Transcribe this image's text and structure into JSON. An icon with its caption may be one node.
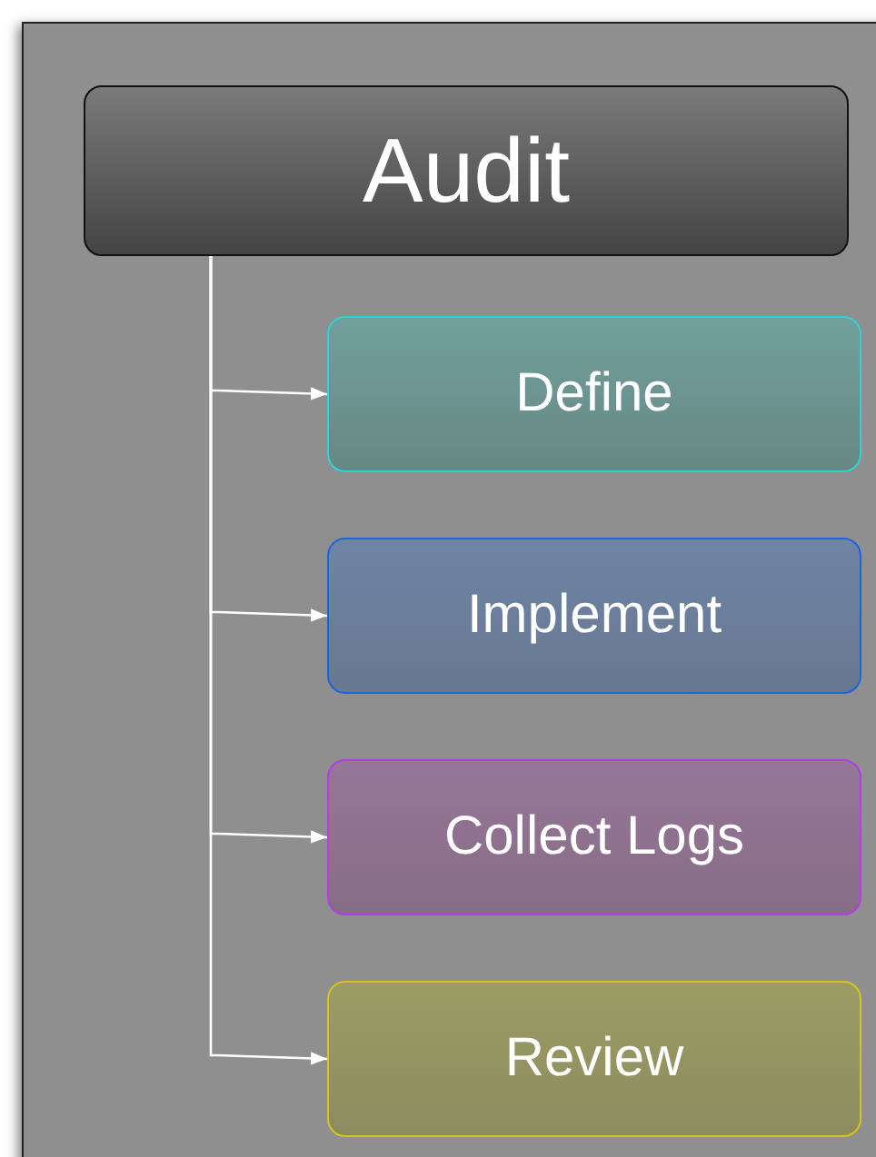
{
  "diagram": {
    "nodes": [
      {
        "text": [
          "Audit"
        ]
      },
      {
        "text": [
          "Define"
        ]
      },
      {
        "text": [
          "Implement"
        ]
      },
      {
        "text": [
          "Collect Logs"
        ]
      },
      {
        "text": [
          "Review"
        ]
      }
    ],
    "edges": [
      {
        "from": 0,
        "to": 1,
        "arrow": "to"
      },
      {
        "from": 0,
        "to": 2,
        "arrow": "to"
      },
      {
        "from": 0,
        "to": 3,
        "arrow": "to"
      },
      {
        "from": 0,
        "to": 4,
        "arrow": "to"
      }
    ]
  }
}
